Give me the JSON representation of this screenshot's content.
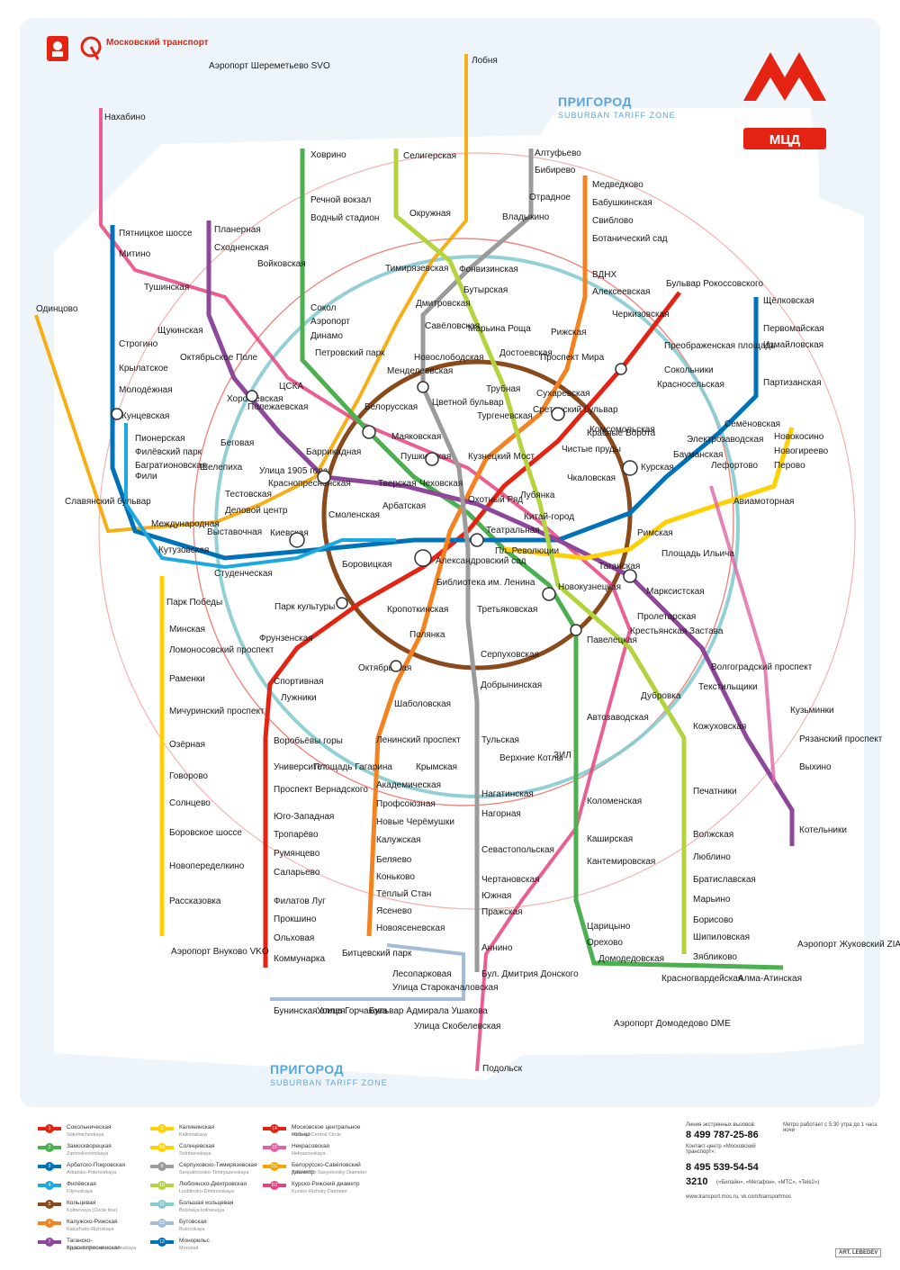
{
  "header": {
    "brand": "Московский транспорт",
    "zone_ru": "ПРИГОРОД",
    "zone_en": "SUBURBAN TARIFF ZONE",
    "metro_letter": "M",
    "mcd_label": "МЦД"
  },
  "colors": {
    "l1": "#e42313",
    "l2": "#4caf50",
    "l3": "#0072ba",
    "l4": "#1ea8e0",
    "l5": "#8a4a1c",
    "l6": "#f58220",
    "l7": "#8e479b",
    "l8": "#ffd104",
    "l9": "#9b9b9b",
    "l10": "#b4d43f",
    "l11": "#86cbd1",
    "l12": "#a3bcd8",
    "l14": "#e42313",
    "l15": "#de64a1",
    "d1": "#f6a600",
    "d2": "#e74280",
    "zone": "#eef5fa",
    "brand_red": "#e42313"
  },
  "stations": {
    "khovrino": "Ховрино",
    "rechnoy": "Речной вокзал",
    "vodny": "Водный стадион",
    "voykovskaya": "Войковская",
    "sokol": "Сокол",
    "aeroport": "Аэропорт",
    "dinamo": "Динамо",
    "belorusskaya": "Белорусская",
    "mayakovskaya": "Маяковская",
    "tverskaya": "Тверская",
    "teatralnaya": "Театральная",
    "novokuznetskaya": "Новокузнецкая",
    "paveletskaya": "Павелецкая",
    "avtozavodskaya": "Автозаводская",
    "kolomenskaya": "Коломенская",
    "kashirskaya": "Каширская",
    "domodedovskaya": "Домодедовская",
    "krasnogvardeyskaya": "Красногвардейская",
    "alma_atinskaya": "Алма-Атинская",
    "shchelkovskaya": "Щёлковская",
    "pervomayskaya": "Первомайская",
    "izmaylovskaya": "Измайловская",
    "partizanskaya": "Партизанская",
    "semenovskaya": "Семёновская",
    "elektrozavodskaya": "Электрозаводская",
    "baumanskaya": "Бауманская",
    "kurskaya": "Курская",
    "ploshchad_revolyutsii": "Пл. Революции",
    "arbatskaya": "Арбатская",
    "smolenskaya": "Смоленская",
    "kievskaya": "Киевская",
    "park_pobedy": "Парк Победы",
    "kuntsevskaya": "Кунцевская",
    "pyatnitskoe": "Пятницкое шоссе",
    "mitino": "Митино",
    "strogino": "Строгино",
    "krylatskoe": "Крылатское",
    "molodezhnaya": "Молодёжная",
    "fili": "Фили",
    "bagrationovskaya": "Багратионовская",
    "filevsky_park": "Филёвский парк",
    "pionerskaya": "Пионерская",
    "novoslobodskaya": "Новослободская",
    "prospekt_mira": "Проспект Мира",
    "komsomolskaya": "Комсомольская",
    "taganskaya": "Таганская",
    "oktyabrskaya": "Октябрьская",
    "park_kultury": "Парк культуры",
    "krasnopresnenskaya": "Краснопресненская",
    "medvedkovo": "Медведково",
    "babushkinskaya": "Бабушкинская",
    "sviblovo": "Свиблово",
    "botanichesky": "Ботанический сад",
    "vdnkh": "ВДНХ",
    "alekseevskaya": "Алексеевская",
    "rizhskaya": "Рижская",
    "sukharevskaya": "Сухаревская",
    "turgenevskaya": "Тургеневская",
    "kitay_gorod": "Китай-город",
    "tretyakovskaya": "Третьяковская",
    "shabolovskaya": "Шаболовская",
    "leninsky": "Ленинский проспект",
    "akademicheskaya": "Академическая",
    "profsoyuznaya": "Профсоюзная",
    "novye_cheryomushki": "Новые Черёмушки",
    "kaluzhskaya": "Калужская",
    "belyaevo": "Беляево",
    "konkovo": "Коньково",
    "tyoply_stan": "Тёплый Стан",
    "yasenevo": "Ясенево",
    "novoyasenevskaya": "Новоясеневская",
    "planernaya": "Планерная",
    "skhodnenskaya": "Сходненская",
    "tushinskaya": "Тушинская",
    "shchukinskaya": "Щукинская",
    "oktyabrskoe_pole": "Октябрьское Поле",
    "polezhaevskaya": "Полежаевская",
    "begovaya": "Беговая",
    "ulitsa_1905": "Улица 1905 года",
    "barrikadnaya": "Баррикадная",
    "pushkinskaya": "Пушкинская",
    "kuznetsky_most": "Кузнецкий Мост",
    "proletarskaya": "Пролетарская",
    "volgogradsky": "Волгоградский проспект",
    "tekstilshchiki": "Текстильщики",
    "kuzminki": "Кузьминки",
    "ryazansky": "Рязанский проспект",
    "vykhino": "Выхино",
    "kotelniki": "Котельники",
    "novokosino": "Новокосино",
    "novogireevo": "Новогиреево",
    "perovo": "Перово",
    "aviamotornaya": "Авиамоторная",
    "ploshchad_ilyicha": "Площадь Ильича",
    "marksistskaya": "Марксистская",
    "altufyevo": "Алтуфьево",
    "bibirevo": "Бибирево",
    "otradnoe": "Отрадное",
    "vladykino": "Владыкино",
    "timiryazevskaya": "Тимирязевская",
    "savyolovskaya": "Савёловская",
    "mendeleevskaya": "Менделеевская",
    "tsvetnoy": "Цветной бульвар",
    "chekhovskaya": "Чеховская",
    "borovitskaya": "Боровицкая",
    "polyanka": "Полянка",
    "serpukhovskaya": "Серпуховская",
    "tulskaya": "Тульская",
    "nagatinskaya": "Нагатинская",
    "nagornaya": "Нагорная",
    "sevastopolskaya": "Севастопольская",
    "chertanovskaya": "Чертановская",
    "yuzhnaya": "Южная",
    "prazhskaya": "Пражская",
    "annino": "Аннино",
    "seligerskaya": "Селигерская",
    "fonvizinskaya": "Фонвизинская",
    "butyrskaya": "Бутырская",
    "marina_roshcha": "Марьина Роща",
    "dostoevskaya": "Достоевская",
    "trubnaya": "Трубная",
    "sretensky": "Сретенский бульвар",
    "chkalovskaya": "Чкаловская",
    "rimskaya": "Римская",
    "krestyanskaya": "Крестьянская Застава",
    "dubrovka": "Дубровка",
    "kozhukhovskaya": "Кожуховская",
    "pechatniki": "Печатники",
    "volzhskaya": "Волжская",
    "lyublino": "Люблино",
    "bratislavskaya": "Братиславская",
    "maryino": "Марьино",
    "borisovo": "Борисово",
    "shipilovskaya": "Шипиловская",
    "zyablikovo": "Зябликово",
    "sportivnaya": "Спортивная",
    "vorobyovy": "Воробьёвы горы",
    "universitet": "Университет",
    "vernadskogo": "Проспект Вернадского",
    "yugo_zapadnaya": "Юго-Западная",
    "troparyovo": "Тропарёво",
    "rumyantsevo": "Румянцево",
    "salaryevo": "Саларьево",
    "filatov": "Филатов Луг",
    "prokshino": "Прокшино",
    "olkhovaya": "Ольховая",
    "kommunarka": "Коммунарка",
    "frunzenskaya": "Фрунзенская",
    "luzhniki": "Лужники",
    "kurskaya_k": "Курская",
    "lefortovo": "Лефортово",
    "kutuzovskaya": "Кутузовская",
    "minskaya": "Минская",
    "lomonosovsky": "Ломоносовский проспект",
    "ramenki": "Раменки",
    "michurinsky": "Мичуринский проспект",
    "ozyornaya": "Озёрная",
    "govorovo": "Говорово",
    "solntsevo": "Солнцево",
    "borovskoe": "Боровское шоссе",
    "novoperedelkino": "Новопеределкино",
    "rasskazovka": "Рассказовка",
    "vnukovo": "Аэропорт Внуково VKO",
    "domodedovo_air": "Аэропорт Домодедово DME",
    "sheremetyevo": "Аэропорт Шереметьево SVO",
    "zhukovsky": "Аэропорт Жуковский ZIA",
    "lobnya": "Лобня",
    "nakhabino": "Нахабино",
    "odintsovo": "Одинцово",
    "podolsk": "Подольск",
    "vystavochnaya": "Выставочная",
    "delovoy": "Деловой центр",
    "studencheskaya": "Студенческая",
    "kashirskaya_2": "Каширская",
    "tsaritsyno": "Царицыно",
    "orekhovo": "Орехово",
    "kantemirovskaya": "Кантемировская",
    "zil": "ЗИЛ",
    "verkhnie_kotly": "Верхние Котлы",
    "krymskaya": "Крымская",
    "ploshchad_gagarina": "Площадь Гагарина",
    "bitsevsky": "Битцевский парк",
    "lesoparkovaya": "Лесопарковая",
    "ulitsa_starok": "Улица Старокачаловская",
    "bulvar_dmitriya": "Бул. Дмитрия Донского",
    "bunninskaya": "Бунинская аллея",
    "ulitsa_gorchakova": "Улица Горчакова",
    "bulvar_admirala": "Бульвар Адмирала Ушакова",
    "skobelevskaya": "Улица Скобелевская",
    "okhotny": "Охотный Ряд",
    "lubyanka": "Лубянка",
    "chistye": "Чистые пруды",
    "krasnye_vorota": "Красные Ворота",
    "krasnoselskaya": "Красносельская",
    "sokolniki": "Сокольники",
    "preobrazhenskaya": "Преображенская площадь",
    "cherkizovskaya": "Черкизовская",
    "bulvar_rokossovskogo": "Бульвар Рокоссовского",
    "lenin_library": "Библиотека им. Ленина",
    "kropotkinskaya": "Кропоткинская",
    "biblioteka_short": "Александровский сад",
    "dobryninskaya": "Добрынинская",
    "okruzhnaya": "Окружная",
    "dmitrovskaya": "Дмитровская",
    "petrovsky_park": "Петровский парк",
    "tsska": "ЦСКА",
    "khoroshyovskaya": "Хорошёвская",
    "shelepikha": "Шелепиха",
    "testovskaya": "Тестовская",
    "mezhdunarodnaya": "Международная",
    "slavyansky": "Славянский бульвар"
  },
  "legend": {
    "lines": [
      {
        "n": "1",
        "ru": "Сокольническая",
        "en": "Sokolnicheskaya"
      },
      {
        "n": "2",
        "ru": "Замоскворецкая",
        "en": "Zamoskvoretskaya"
      },
      {
        "n": "3",
        "ru": "Арбатско-Покровская",
        "en": "Arbatsko-Pokrovskaya"
      },
      {
        "n": "4",
        "ru": "Филёвская",
        "en": "Filyovskaya"
      },
      {
        "n": "5",
        "ru": "Кольцевая",
        "en": "Koltsevaya (Circle line)"
      },
      {
        "n": "6",
        "ru": "Калужско-Рижская",
        "en": "Kaluzhsko-Rizhskaya"
      },
      {
        "n": "7",
        "ru": "Таганско-Краснопресненская",
        "en": "Tagansko-Krasnopresnenskaya"
      },
      {
        "n": "8",
        "ru": "Калининская",
        "en": "Kalininskaya"
      },
      {
        "n": "8A",
        "ru": "Солнцевская",
        "en": "Solntsevskaya"
      },
      {
        "n": "9",
        "ru": "Серпуховско-Тимирязевская",
        "en": "Serpukhovsko-Timiryazevskaya"
      },
      {
        "n": "10",
        "ru": "Люблинско-Дмитровская",
        "en": "Lyublinsko-Dmitrovskaya"
      },
      {
        "n": "11",
        "ru": "Большая кольцевая",
        "en": "Bolshaya koltsevaya"
      },
      {
        "n": "12",
        "ru": "Бутовская",
        "en": "Butovskaya"
      },
      {
        "n": "13",
        "ru": "Монорельс",
        "en": "Monorail"
      },
      {
        "n": "14",
        "ru": "Московское центральное кольцо",
        "en": "Moscow Central Circle"
      },
      {
        "n": "15",
        "ru": "Некрасовская",
        "en": "Nekrasovskaya"
      },
      {
        "n": "D1",
        "ru": "Белорусско-Савёловский диаметр",
        "en": "Belorussko-Savyolovsky Diameter"
      },
      {
        "n": "D2",
        "ru": "Курско-Рижский диаметр",
        "en": "Kursko-Rizhsky Diameter"
      }
    ],
    "hotline_label": "Линия экстренных вызовов:",
    "hotline": "8 499 787-25-86",
    "contact_label": "Контакт-центр «Московский транспорт»:",
    "contact": "8 495 539-54-54",
    "short_number": "3210",
    "short_note": "(«Билайн», «Мегафон», «МТС», «Tele2»)",
    "website": "www.transport.mos.ru, vk.com/transportmos",
    "hours": "Метро работает с 5:30 утра до 1 часа ночи",
    "artlebedev": "ART. LEBEDEV"
  }
}
